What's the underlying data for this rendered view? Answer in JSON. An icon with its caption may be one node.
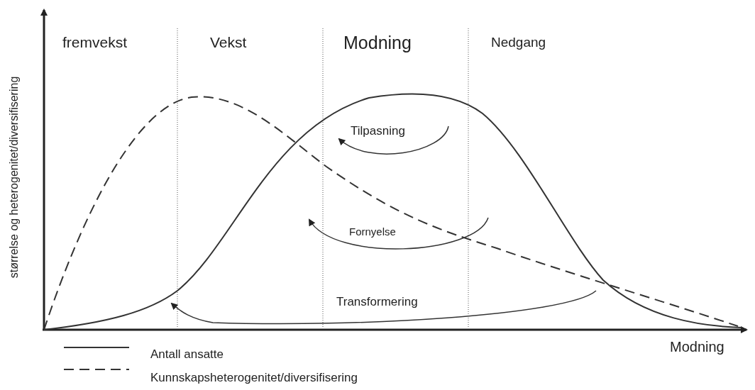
{
  "diagram": {
    "labels": [
      "fremvekst",
      "Vekst",
      "Modning",
      "Nedgang",
      "Tilpasning",
      "Fornyelse",
      "Transformering",
      "størrelse og heterogenitet/diversifisering",
      "Modning"
    ],
    "legend": [
      {
        "text": "Antall ansatte"
      },
      {
        "text": "Kunnskapsheterogenitet/diversifisering"
      }
    ]
  }
}
